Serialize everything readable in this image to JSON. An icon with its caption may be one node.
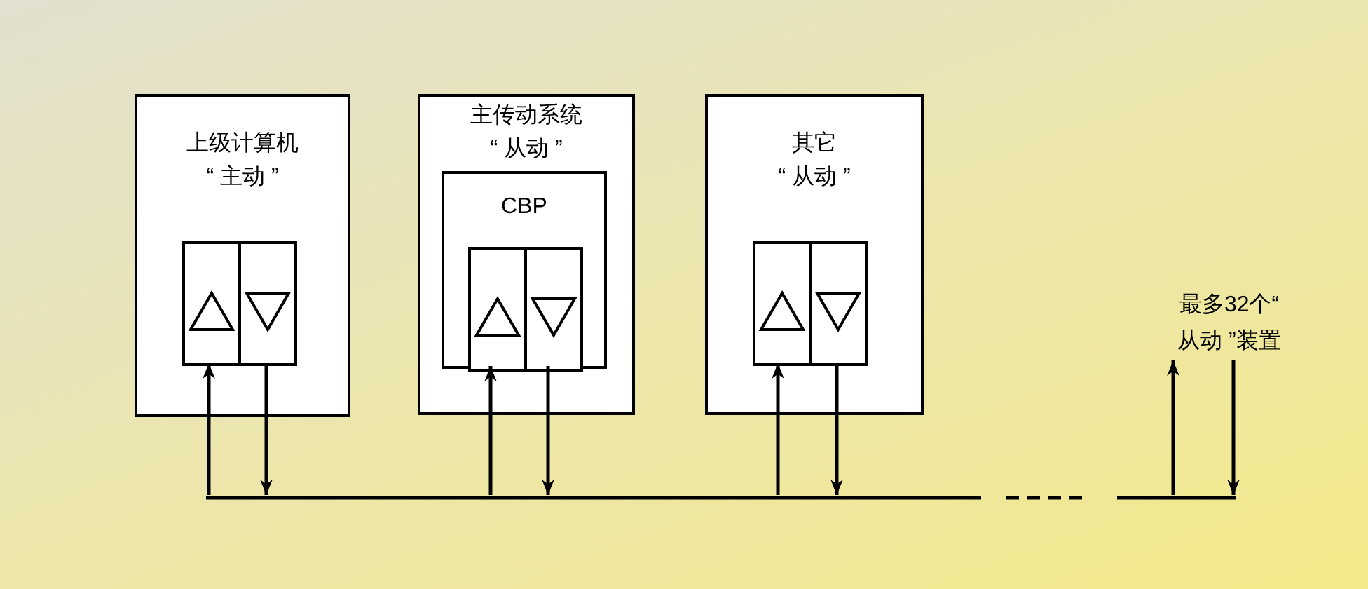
{
  "diagram": {
    "nodes": [
      {
        "text": [
          "上级计算机",
          "“ 主动 ”"
        ]
      },
      {
        "text": [],
        "shape": "box",
        "in": 0
      },
      {
        "text": [],
        "shape": "box",
        "in": 0
      },
      {
        "text": [
          "主传动系统",
          "“ 从动 ”"
        ]
      },
      {
        "text": [
          "CBP"
        ],
        "in": 3
      },
      {
        "text": [],
        "shape": "box",
        "in": 4
      },
      {
        "text": [],
        "shape": "box",
        "in": 4
      },
      {
        "text": [
          "其它",
          "“ 从动 ”"
        ]
      },
      {
        "text": [],
        "shape": "box",
        "in": 7
      },
      {
        "text": [],
        "shape": "box",
        "in": 7
      },
      {
        "text": [
          "最多32个“ 从动 ”装置"
        ]
      },
      {
        "text": [],
        "shape": "bar"
      }
    ],
    "edges": [
      {
        "from": 11,
        "to": 1,
        "arrow": "to"
      },
      {
        "from": 2,
        "to": 11,
        "arrow": "to"
      },
      {
        "from": 11,
        "to": 5,
        "arrow": "to"
      },
      {
        "from": 6,
        "to": 11,
        "arrow": "to"
      },
      {
        "from": 11,
        "to": 8,
        "arrow": "to"
      },
      {
        "from": 9,
        "to": 11,
        "arrow": "to"
      },
      {
        "from": 11,
        "to": 10,
        "arrow": "to"
      },
      {
        "from": 10,
        "to": 11,
        "arrow": "to"
      }
    ]
  }
}
